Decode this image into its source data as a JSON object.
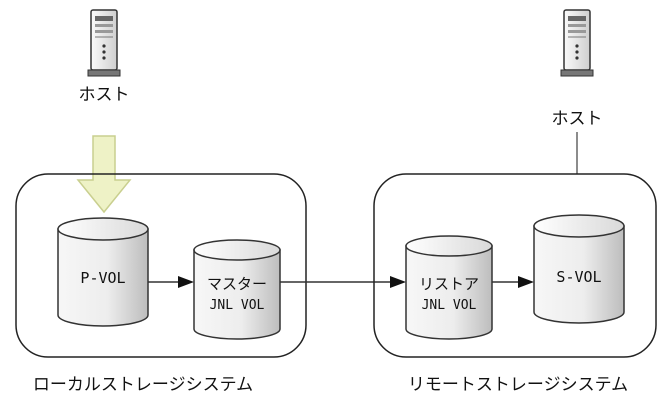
{
  "hosts": {
    "local": {
      "label": "ホスト",
      "icon": "server-tower-icon"
    },
    "remote": {
      "label": "ホスト",
      "icon": "server-tower-icon"
    }
  },
  "volumes": {
    "p_vol": {
      "label": "P-VOL"
    },
    "master_jnl": {
      "line1": "マスター",
      "line2": "JNL VOL"
    },
    "restore_jnl": {
      "line1": "リストア",
      "line2": "JNL VOL"
    },
    "s_vol": {
      "label": "S-VOL"
    }
  },
  "systems": {
    "local": {
      "label": "ローカルストレージシステム"
    },
    "remote": {
      "label": "リモートストレージシステム"
    }
  },
  "colors": {
    "cylinder_light": "#f4f4f4",
    "cylinder_shade": "#c8c8c8",
    "io_arrow_fill": "#eef2c6",
    "io_arrow_stroke": "#c9cf8f",
    "line": "#333333"
  }
}
